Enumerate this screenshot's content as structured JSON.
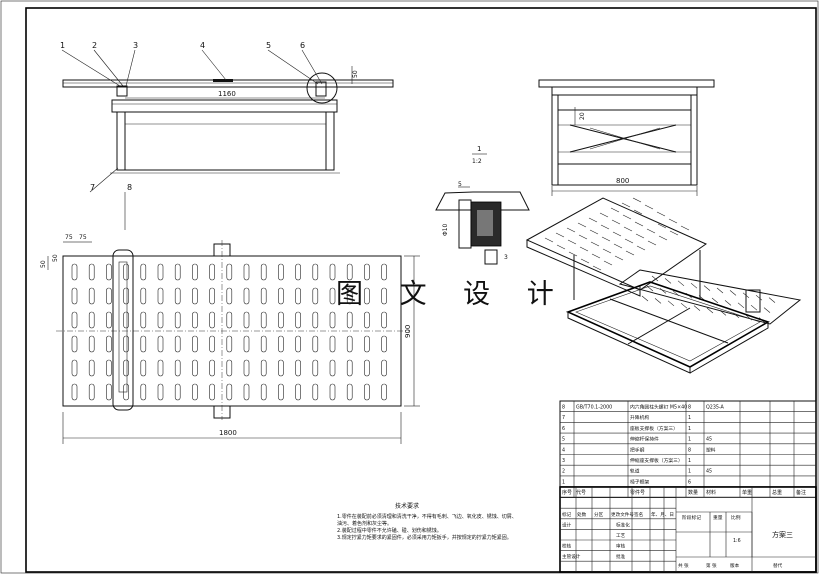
{
  "watermark": "图 文 设 计",
  "front_view": {
    "balloons": [
      "1",
      "2",
      "3",
      "4",
      "5",
      "6",
      "7",
      "8"
    ],
    "dim_inner_width": "1160",
    "dim_small": "50"
  },
  "plan_view": {
    "dim_total_width": "1800",
    "dim_height": "900",
    "dim_h1": "75",
    "dim_h2": "75",
    "dim_v1": "50",
    "dim_v2": "50"
  },
  "side_view": {
    "dim_width": "800",
    "dim_small": "20"
  },
  "detail": {
    "scale_top": "1",
    "scale_bottom": "1:2",
    "dim_a": "5",
    "dim_b": "Φ10",
    "dim_c": "3"
  },
  "parts_list": {
    "rows": [
      {
        "no": "8",
        "code": "GB/T70.1-2000",
        "name": "内六角圆柱头螺钉 M5×40",
        "qty": "8",
        "material": "Q235-A",
        "unit_wt": "",
        "total_wt": "",
        "note": ""
      },
      {
        "no": "7",
        "code": "",
        "name": "升降机构",
        "qty": "1",
        "material": "",
        "unit_wt": "",
        "total_wt": "",
        "note": ""
      },
      {
        "no": "6",
        "code": "",
        "name": "座板支撑板（方案三）",
        "qty": "1",
        "material": "",
        "unit_wt": "",
        "total_wt": "",
        "note": ""
      },
      {
        "no": "5",
        "code": "",
        "name": "伸缩杆保持件",
        "qty": "1",
        "material": "45",
        "unit_wt": "",
        "total_wt": "",
        "note": ""
      },
      {
        "no": "4",
        "code": "",
        "name": "把手钢",
        "qty": "8",
        "material": "塑料",
        "unit_wt": "",
        "total_wt": "",
        "note": ""
      },
      {
        "no": "3",
        "code": "",
        "name": "伸缩座支撑板（方案三）",
        "qty": "1",
        "material": "",
        "unit_wt": "",
        "total_wt": "",
        "note": ""
      },
      {
        "no": "2",
        "code": "",
        "name": "轨道",
        "qty": "1",
        "material": "45",
        "unit_wt": "",
        "total_wt": "",
        "note": ""
      },
      {
        "no": "1",
        "code": "",
        "name": "椅子框架",
        "qty": "6",
        "material": "",
        "unit_wt": "",
        "total_wt": "",
        "note": ""
      }
    ],
    "header": {
      "no": "序号",
      "code": "代号",
      "name": "零件号",
      "qty": "数量",
      "material": "材料",
      "unit_wt": "单重",
      "total_wt": "总重",
      "note": "备注"
    }
  },
  "tech_req": {
    "title": "技术要求",
    "lines": [
      "1.零件在装配前必须清理和清洗干净，不得有毛刺、飞边、氧化皮、锈蚀、切屑、",
      "  油污、着色剂和灰尘等。",
      "2.装配过程中零件不允许磕、碰、划伤和锈蚀。",
      "3.规定拧紧力矩要求的紧固件，必须采用力矩扳手，并按规定的拧紧力矩紧固。"
    ]
  },
  "title_block": {
    "rev_labels": [
      "标记",
      "处数",
      "分区",
      "更改文件号",
      "签名",
      "年、月、日"
    ],
    "roles": [
      "设计",
      "校核",
      "主管设计"
    ],
    "std_labels": [
      "标准化",
      "工艺",
      "审核",
      "批准"
    ],
    "stage_label": "阶段标记",
    "weight_label": "重量",
    "scale_label": "比例",
    "scale_value": "1:6",
    "drawing_title": "方案三",
    "sheet_total": "共 张",
    "sheet_no": "第 张",
    "version": "版本",
    "replace": "替代"
  }
}
